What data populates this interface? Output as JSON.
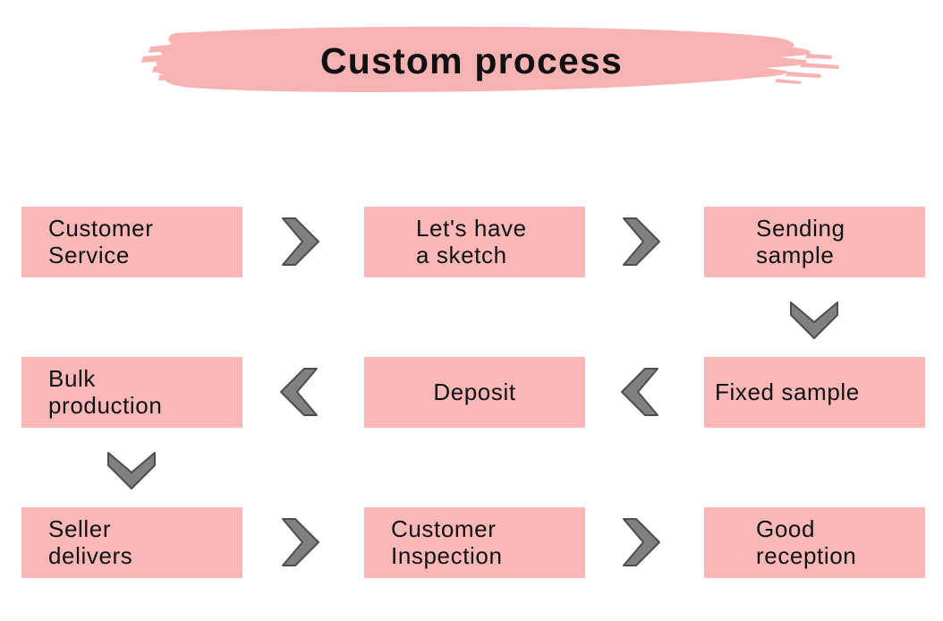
{
  "page": {
    "title": "Custom process",
    "background_color": "#ffffff"
  },
  "theme": {
    "box_fill": "#fab7b7",
    "banner_fill": "#f7b3b3",
    "text_color": "#111111",
    "arrow_fill": "#808080",
    "arrow_stroke": "#4d4d4d"
  },
  "flow": {
    "steps": [
      {
        "id": "customer-service",
        "label": "Customer\nService",
        "row": 1,
        "col": 1
      },
      {
        "id": "lets-have-a-sketch",
        "label": "Let's have\na sketch",
        "row": 1,
        "col": 2
      },
      {
        "id": "sending-sample",
        "label": "Sending\nsample",
        "row": 1,
        "col": 3
      },
      {
        "id": "bulk-production",
        "label": "Bulk\nproduction",
        "row": 2,
        "col": 1
      },
      {
        "id": "deposit",
        "label": "Deposit",
        "row": 2,
        "col": 2
      },
      {
        "id": "fixed-sample",
        "label": "Fixed sample",
        "row": 2,
        "col": 3
      },
      {
        "id": "seller-delivers",
        "label": "Seller\ndelivers",
        "row": 3,
        "col": 1
      },
      {
        "id": "customer-inspection",
        "label": "Customer\nInspection",
        "row": 3,
        "col": 2
      },
      {
        "id": "good-reception",
        "label": "Good\nreception",
        "row": 3,
        "col": 3
      }
    ],
    "connectors": [
      {
        "id": "arrow-r1-1",
        "icon": "chevron-right-icon",
        "from": "customer-service",
        "to": "lets-have-a-sketch"
      },
      {
        "id": "arrow-r1-2",
        "icon": "chevron-right-icon",
        "from": "lets-have-a-sketch",
        "to": "sending-sample"
      },
      {
        "id": "arrow-d-1",
        "icon": "chevron-down-icon",
        "from": "sending-sample",
        "to": "fixed-sample"
      },
      {
        "id": "arrow-r2-1",
        "icon": "chevron-left-icon",
        "from": "fixed-sample",
        "to": "deposit"
      },
      {
        "id": "arrow-r2-2",
        "icon": "chevron-left-icon",
        "from": "deposit",
        "to": "bulk-production"
      },
      {
        "id": "arrow-d-2",
        "icon": "chevron-down-icon",
        "from": "bulk-production",
        "to": "seller-delivers"
      },
      {
        "id": "arrow-r3-1",
        "icon": "chevron-right-icon",
        "from": "seller-delivers",
        "to": "customer-inspection"
      },
      {
        "id": "arrow-r3-2",
        "icon": "chevron-right-icon",
        "from": "customer-inspection",
        "to": "good-reception"
      }
    ]
  }
}
